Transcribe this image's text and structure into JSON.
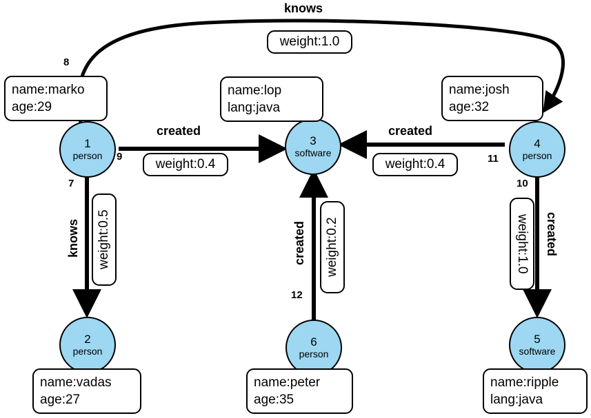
{
  "diagram": {
    "title": "graph",
    "node_fill": "#9DD7F2",
    "node_stroke": "#000000",
    "edge_color": "#000000",
    "background": "#ffffff"
  },
  "vertices": [
    {
      "id": "1",
      "label": "person",
      "props": "name:marko\nage:29",
      "prop_line1": "name:marko",
      "prop_line2": "age:29"
    },
    {
      "id": "2",
      "label": "person",
      "props": "name:vadas\nage:27",
      "prop_line1": "name:vadas",
      "prop_line2": "age:27"
    },
    {
      "id": "3",
      "label": "software",
      "props": "name:lop\nlang:java",
      "prop_line1": "name:lop",
      "prop_line2": "lang:java"
    },
    {
      "id": "4",
      "label": "person",
      "props": "name:josh\nage:32",
      "prop_line1": "name:josh",
      "prop_line2": "age:32"
    },
    {
      "id": "5",
      "label": "software",
      "props": "name:ripple\nlang:java",
      "prop_line1": "name:ripple",
      "prop_line2": "lang:java"
    },
    {
      "id": "6",
      "label": "person",
      "props": "name:peter\nage:35",
      "prop_line1": "name:peter",
      "prop_line2": "age:35"
    }
  ],
  "edges": [
    {
      "id": "7",
      "label": "knows",
      "weight": "weight:0.5",
      "from": "1",
      "to": "2"
    },
    {
      "id": "8",
      "label": "knows",
      "weight": "weight:1.0",
      "from": "1",
      "to": "4"
    },
    {
      "id": "9",
      "label": "created",
      "weight": "weight:0.4",
      "from": "1",
      "to": "3"
    },
    {
      "id": "10",
      "label": "created",
      "weight": "weight:1.0",
      "from": "4",
      "to": "5"
    },
    {
      "id": "11",
      "label": "created",
      "weight": "weight:0.4",
      "from": "4",
      "to": "3"
    },
    {
      "id": "12",
      "label": "created",
      "weight": "weight:0.2",
      "from": "6",
      "to": "3"
    }
  ]
}
